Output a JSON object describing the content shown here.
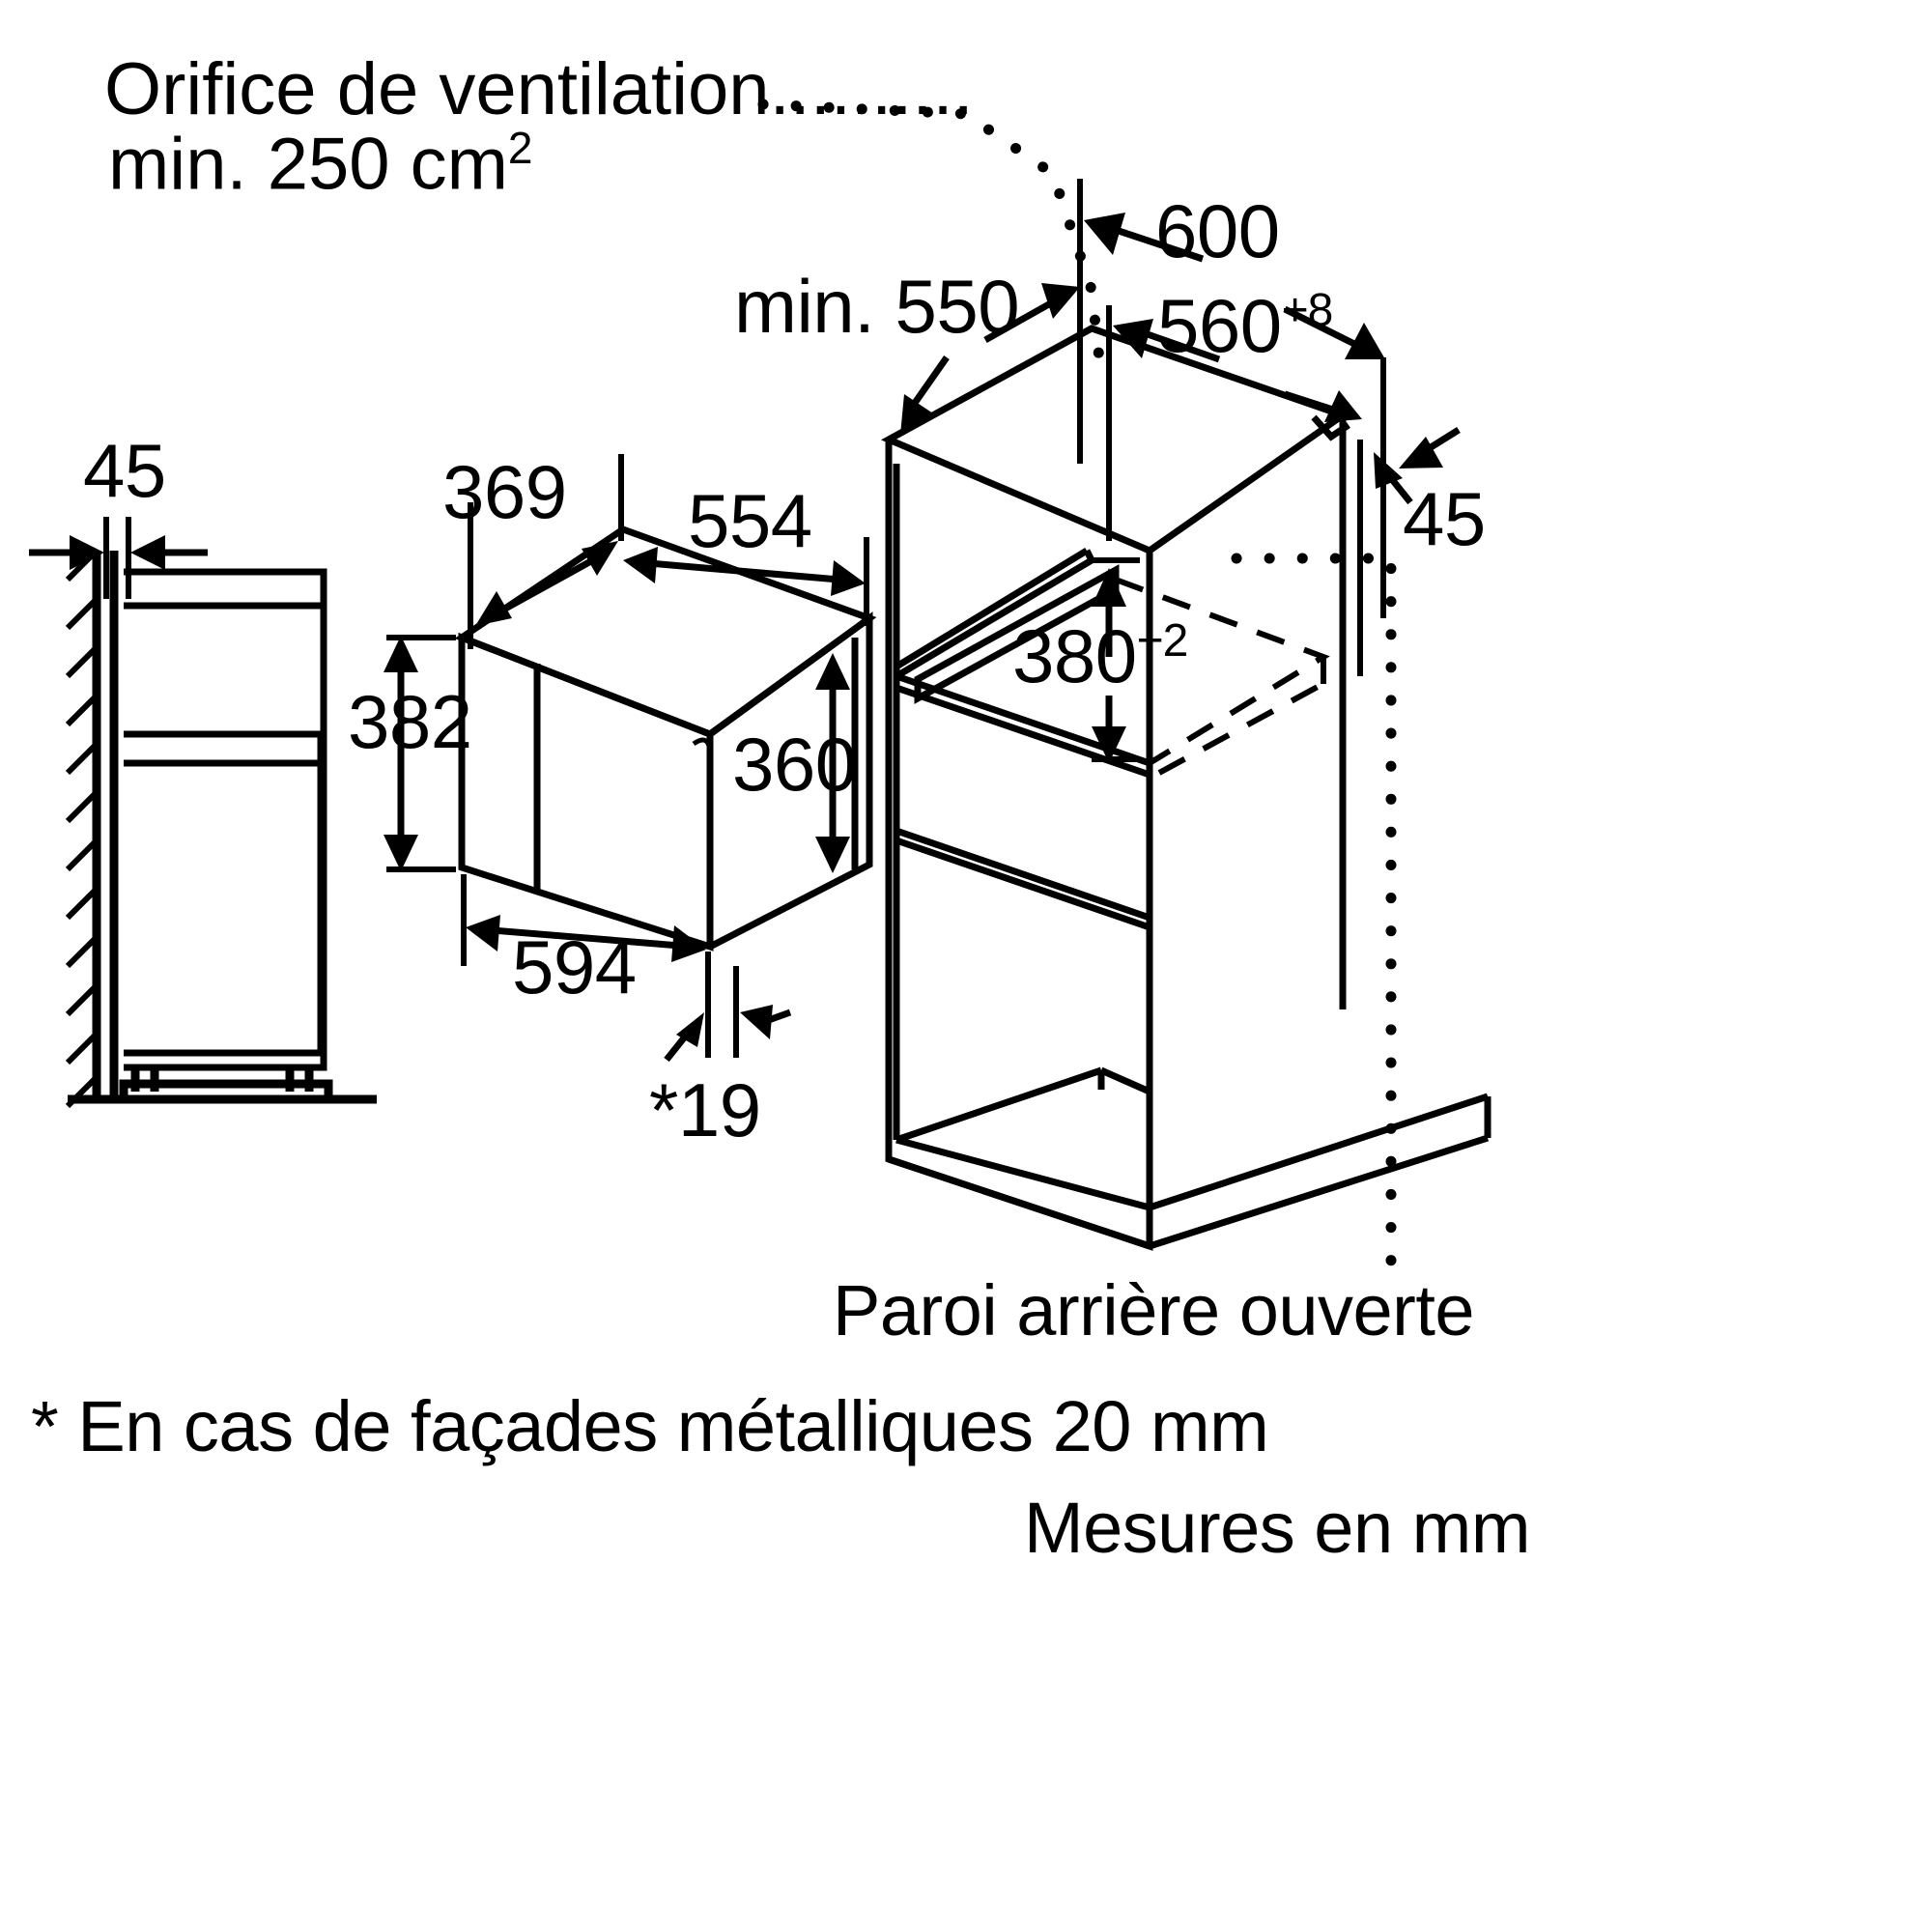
{
  "document": {
    "type": "appliance-installation-dimension-drawing",
    "language": "fr",
    "background_color": "#ffffff",
    "line_color": "#000000"
  },
  "annotations": {
    "ventilation": {
      "line1": "Orifice de ventilation..........",
      "line2_prefix": "min. 250 cm",
      "line2_sup": "2"
    },
    "min_depth": "min. 550",
    "back_wall": "Paroi arrière ouverte",
    "footnote": "* En cas de façades métalliques 20 mm",
    "units": "Mesures en mm"
  },
  "dimensions": {
    "wall_gap": "45",
    "right_gap": "45",
    "appliance_depth": "369",
    "appliance_body_width": "554",
    "appliance_height_total": "382",
    "appliance_front_height": "360",
    "appliance_front_width": "594",
    "front_panel_thickness": "*19",
    "niche_width_outer": "600",
    "niche_width_prefix": "560",
    "niche_width_sup": "+8",
    "niche_height_prefix": "380",
    "niche_height_sup": "+2"
  }
}
